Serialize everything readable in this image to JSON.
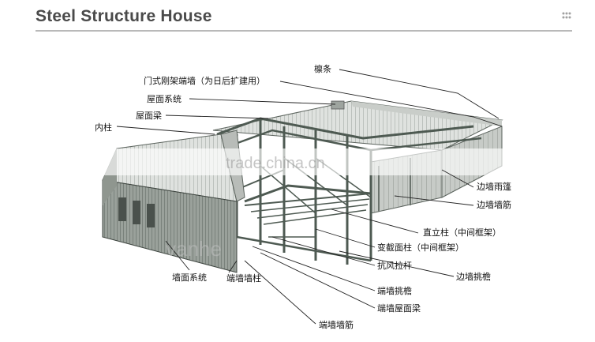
{
  "header": {
    "title": "Steel Structure House",
    "icon": "share-icon"
  },
  "watermarks": {
    "primary": "trade.china.cn",
    "secondary": "vanhe"
  },
  "labels": {
    "purlin": "檩条",
    "portal_frame_end_wall": "门式刚架端墙（为日后扩建用）",
    "roof_system": "屋面系统",
    "roof_beam": "屋面梁",
    "inner_column": "内柱",
    "side_wall_canopy": "边墙雨篷",
    "side_wall_bracing": "边墙墙筋",
    "vertical_column": "直立柱（中间框架）",
    "variable_section_column": "变截面柱（中间框架）",
    "wind_bracing_rod": "抗风拉杆",
    "side_wall_eave": "边墙挑檐",
    "end_wall_eave": "端墙挑檐",
    "end_wall_roof_beam": "端墙屋面梁",
    "end_wall_bracing": "端墙墙筋",
    "wall_system": "墙面系统",
    "end_wall_column": "端墙墙柱"
  },
  "colors": {
    "title": "#4a4a4a",
    "rule": "#b9b9b9",
    "roof_sheet": "#d9dcd9",
    "steel_frame": "#4e5a52",
    "wall_sheet": "#8d948e",
    "leader_line": "#222222"
  }
}
